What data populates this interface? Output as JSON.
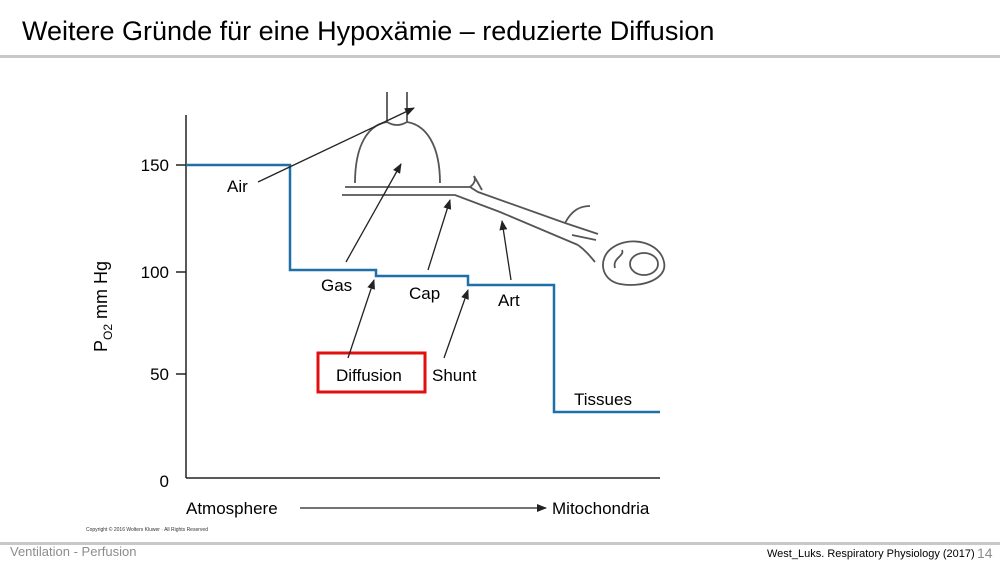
{
  "slide": {
    "title": "Weitere Gründe für eine Hypoxämie – reduzierte Diffusion",
    "footer_left": "Ventilation - Perfusion",
    "citation": "West_Luks. Respiratory Physiology (2017)",
    "page_number": "14",
    "copyright": "Copyright © 2016 Wolters Kluwer · All Rights Reserved"
  },
  "figure": {
    "y_axis": {
      "label_main": "P",
      "label_sub": "O2",
      "label_rest": " mm Hg",
      "ticks": [
        "150",
        "100",
        "50",
        "0"
      ]
    },
    "x_axis": {
      "start": "Atmosphere",
      "end": "Mitochondria"
    },
    "levels": {
      "air": "Air",
      "gas": "Gas",
      "cap": "Cap",
      "art": "Art",
      "tissues": "Tissues"
    },
    "causes": {
      "diffusion": "Diffusion",
      "shunt": "Shunt"
    },
    "colors": {
      "cascade": "#1f6fa8",
      "highlight": "#e01010",
      "drawing": "#555555"
    }
  }
}
